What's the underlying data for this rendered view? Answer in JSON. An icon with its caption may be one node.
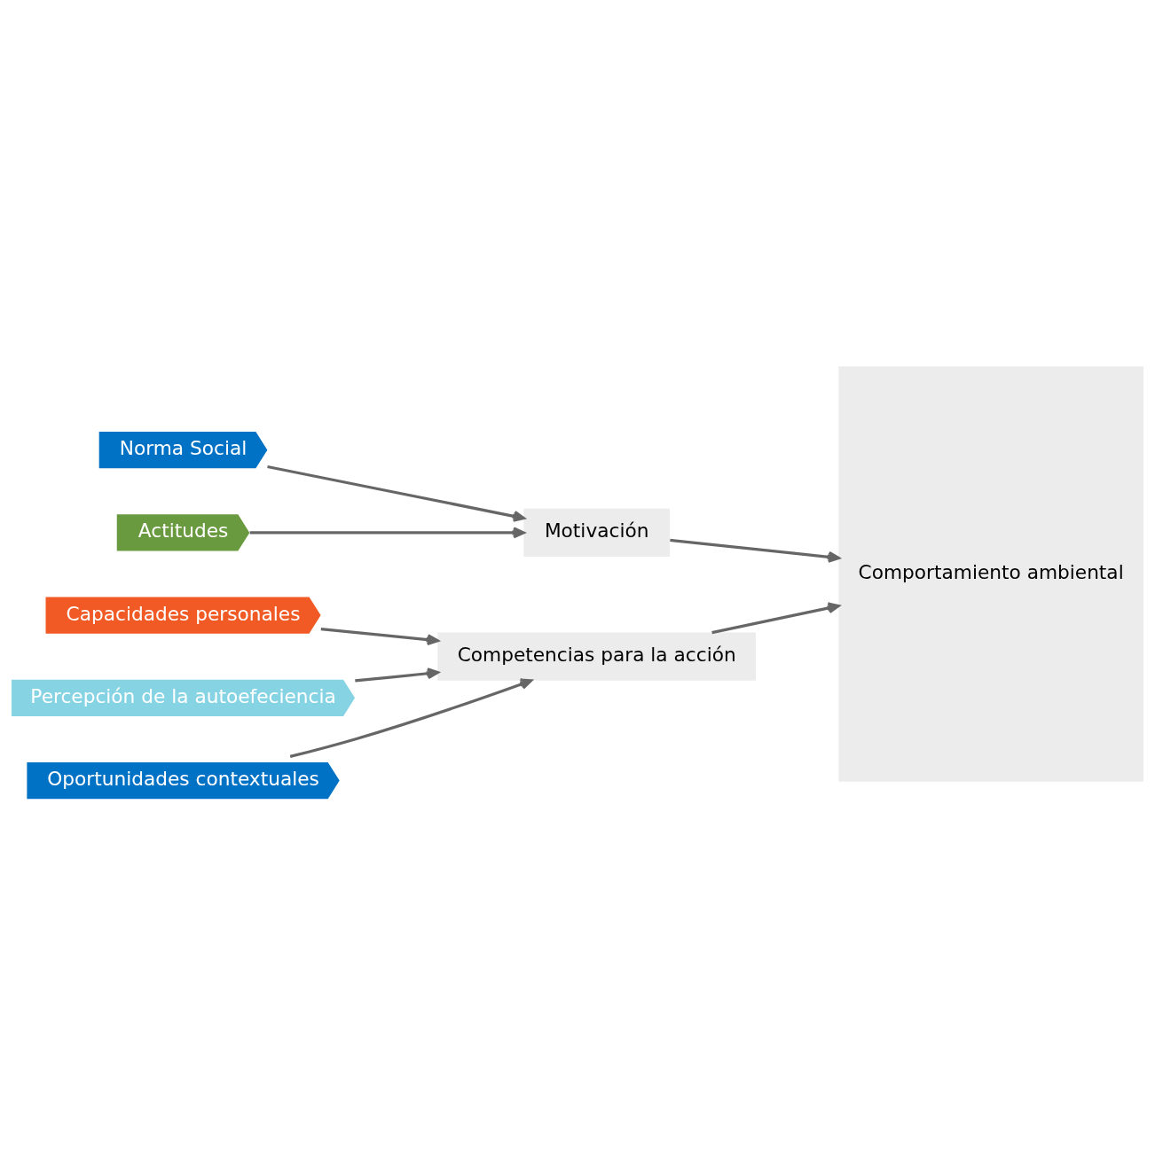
{
  "diagram": {
    "nodes": [
      {
        "text": [
          "Norma Social"
        ]
      },
      {
        "text": [
          "Actitudes"
        ]
      },
      {
        "text": [
          "Capacidades personales"
        ]
      },
      {
        "text": [
          "Percepción de la autoefeciencia"
        ]
      },
      {
        "text": [
          "Oportunidades contextuales"
        ]
      },
      {
        "text": [
          "Motivación"
        ]
      },
      {
        "text": [
          "Competencias para la acción"
        ]
      },
      {
        "text": [
          "Comportamiento ambiental"
        ]
      }
    ],
    "edges": [
      {
        "from": 0,
        "to": 5,
        "arrow": "to"
      },
      {
        "from": 1,
        "to": 5,
        "arrow": "to"
      },
      {
        "from": 2,
        "to": 6,
        "arrow": "to"
      },
      {
        "from": 3,
        "to": 6,
        "arrow": "to"
      },
      {
        "from": 4,
        "to": 6,
        "arrow": "to"
      },
      {
        "from": 5,
        "to": 7,
        "arrow": "to"
      },
      {
        "from": 6,
        "to": 7,
        "arrow": "to"
      }
    ]
  }
}
